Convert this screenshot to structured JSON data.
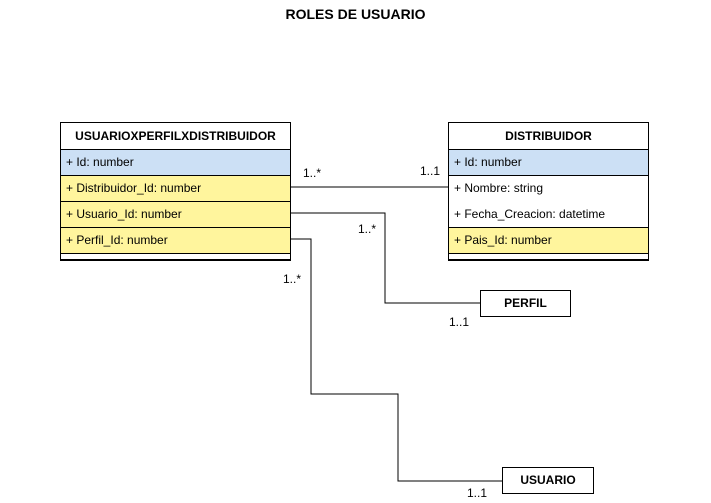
{
  "title": "ROLES DE USUARIO",
  "colors": {
    "pk_row": "#cce0f5",
    "fk_row": "#fff59d",
    "plain_row": "#ffffff",
    "line": "#000000"
  },
  "entities": {
    "usuarioxperfil": {
      "name": "USUARIOXPERFILXDISTRIBUIDOR",
      "rows": [
        {
          "text": "+ Id: number",
          "kind": "pk"
        },
        {
          "text": "+ Distribuidor_Id: number",
          "kind": "fk"
        },
        {
          "text": "+ Usuario_Id: number",
          "kind": "fk"
        },
        {
          "text": "+ Perfil_Id: number",
          "kind": "fk"
        }
      ]
    },
    "distribuidor": {
      "name": "DISTRIBUIDOR",
      "rows": [
        {
          "text": "+ Id: number",
          "kind": "pk"
        },
        {
          "text": "+ Nombre: string",
          "kind": "plain"
        },
        {
          "text": "+ Fecha_Creacion: datetime",
          "kind": "plain"
        },
        {
          "text": "+ Pais_Id: number",
          "kind": "fk"
        }
      ]
    },
    "perfil": {
      "name": "PERFIL"
    },
    "usuario": {
      "name": "USUARIO"
    }
  },
  "multiplicities": {
    "distribuidor_many": "1..*",
    "distribuidor_one": "1..1",
    "perfil_many": "1..*",
    "perfil_one": "1..1",
    "usuario_many": "1..*",
    "usuario_one": "1..1"
  }
}
